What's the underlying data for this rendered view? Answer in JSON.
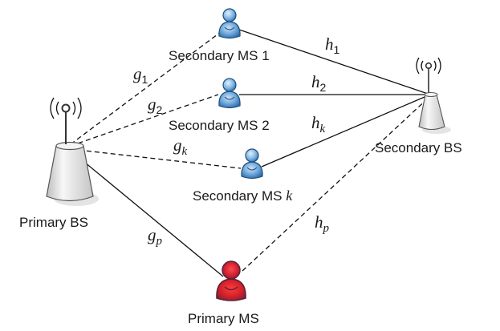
{
  "nodes": {
    "primary_bs": {
      "label": "Primary BS"
    },
    "secondary_bs": {
      "label": "Secondary BS"
    },
    "secondary_ms_1": {
      "label": "Secondary MS 1"
    },
    "secondary_ms_2": {
      "label": "Secondary MS 2"
    },
    "secondary_ms_k": {
      "label_prefix": "Secondary MS",
      "label_index": "k"
    },
    "primary_ms": {
      "label": "Primary MS"
    }
  },
  "links": {
    "g1": {
      "symbol": "g",
      "sub": "1"
    },
    "g2": {
      "symbol": "g",
      "sub": "2"
    },
    "gk": {
      "symbol": "g",
      "sub": "k"
    },
    "gp": {
      "symbol": "g",
      "sub": "p"
    },
    "h1": {
      "symbol": "h",
      "sub": "1"
    },
    "h2": {
      "symbol": "h",
      "sub": "2"
    },
    "hk": {
      "symbol": "h",
      "sub": "k"
    },
    "hp": {
      "symbol": "h",
      "sub": "p"
    }
  },
  "colors": {
    "secondary_user": "#5b9bd5",
    "primary_user": "#d0202a",
    "tower": "#e6e6e6"
  },
  "icons": {
    "base_station": "antenna-tower-icon",
    "mobile_station": "user-person-icon"
  }
}
